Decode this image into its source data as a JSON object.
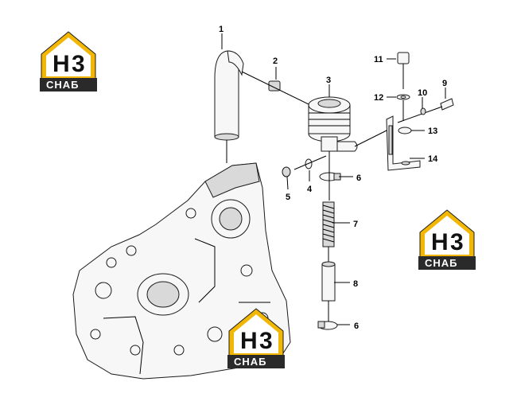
{
  "logo": {
    "mark": "H",
    "mark_digit": "3",
    "caption": "CHAБ",
    "colors": {
      "accent": "#f2b705",
      "dark": "#1c1c1c",
      "caption_bg": "#2a2a2a"
    }
  },
  "callouts": [
    {
      "id": "c1",
      "label": "1"
    },
    {
      "id": "c2",
      "label": "2"
    },
    {
      "id": "c3",
      "label": "3"
    },
    {
      "id": "c4",
      "label": "4"
    },
    {
      "id": "c5",
      "label": "5"
    },
    {
      "id": "c6a",
      "label": "6"
    },
    {
      "id": "c6b",
      "label": "6"
    },
    {
      "id": "c7",
      "label": "7"
    },
    {
      "id": "c8",
      "label": "8"
    },
    {
      "id": "c9",
      "label": "9"
    },
    {
      "id": "c10",
      "label": "10"
    },
    {
      "id": "c11",
      "label": "11"
    },
    {
      "id": "c12",
      "label": "12"
    },
    {
      "id": "c13",
      "label": "13"
    },
    {
      "id": "c14",
      "label": "14"
    }
  ]
}
